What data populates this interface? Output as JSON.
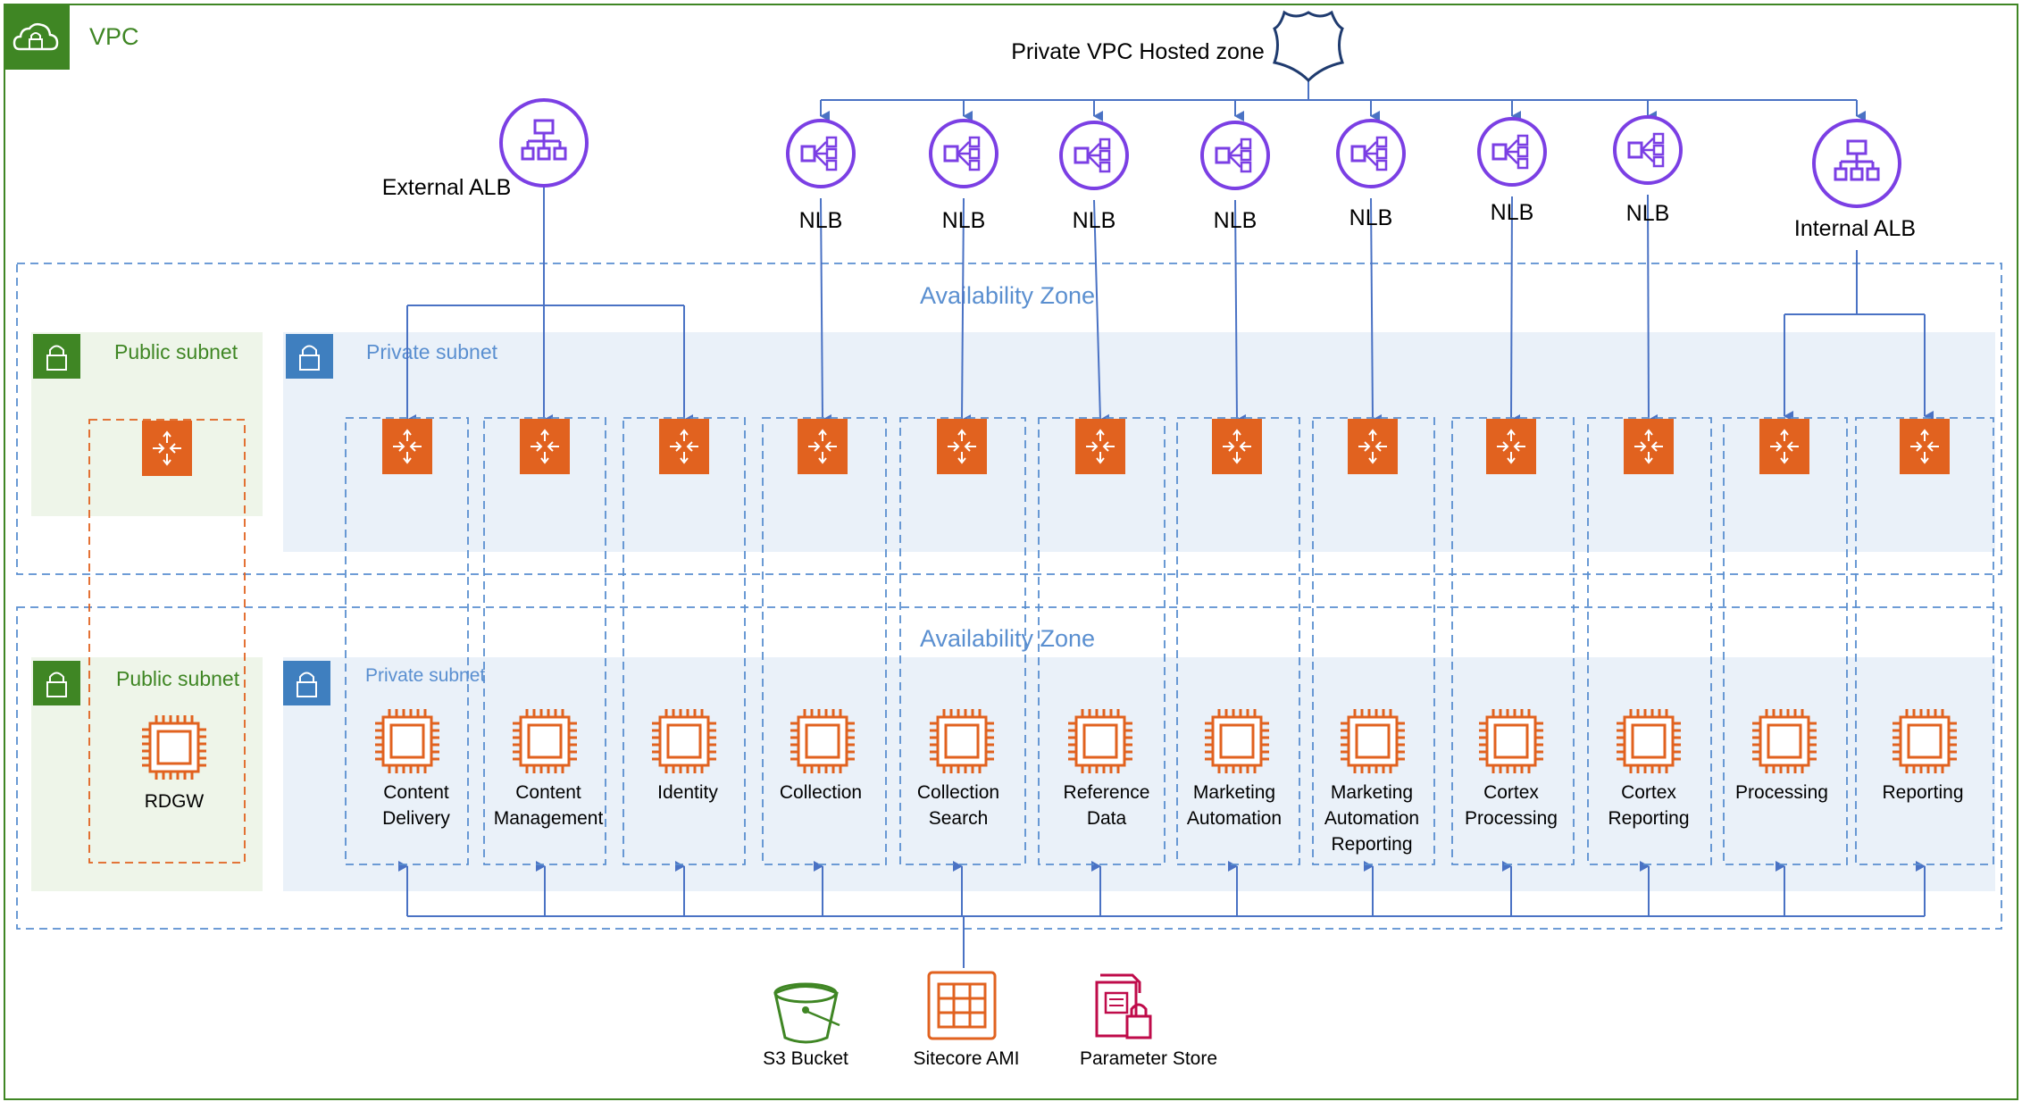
{
  "vpc": {
    "label": "VPC"
  },
  "hosted_zone": {
    "label": "Private VPC Hosted zone"
  },
  "external_alb": {
    "label": "External ALB"
  },
  "internal_alb": {
    "label": "Internal ALB"
  },
  "nlbs": [
    {
      "label": "NLB"
    },
    {
      "label": "NLB"
    },
    {
      "label": "NLB"
    },
    {
      "label": "NLB"
    },
    {
      "label": "NLB"
    },
    {
      "label": "NLB"
    },
    {
      "label": "NLB"
    }
  ],
  "availability_zones": [
    {
      "label": "Availability Zone"
    },
    {
      "label": "Availability Zone"
    }
  ],
  "public_subnets": [
    {
      "label": "Public subnet"
    },
    {
      "label": "Public subnet"
    }
  ],
  "private_subnets": [
    {
      "label": "Private subnet"
    },
    {
      "label": "Private subnet"
    }
  ],
  "rdgw": {
    "label": "RDGW"
  },
  "instances": [
    {
      "lines": [
        "Content",
        "Delivery"
      ]
    },
    {
      "lines": [
        "Content",
        "Management"
      ]
    },
    {
      "lines": [
        "Identity"
      ]
    },
    {
      "lines": [
        "Collection"
      ]
    },
    {
      "lines": [
        "Collection",
        "Search"
      ]
    },
    {
      "lines": [
        "Reference",
        "Data"
      ]
    },
    {
      "lines": [
        "Marketing",
        "Automation"
      ]
    },
    {
      "lines": [
        "Marketing",
        "Automation",
        "Reporting"
      ]
    },
    {
      "lines": [
        "Cortex",
        "Processing"
      ]
    },
    {
      "lines": [
        "Cortex",
        "Reporting"
      ]
    },
    {
      "lines": [
        "Processing"
      ]
    },
    {
      "lines": [
        "Reporting"
      ]
    }
  ],
  "shared_services": [
    {
      "label": "S3 Bucket",
      "icon": "s3-bucket-icon"
    },
    {
      "label": "Sitecore AMI",
      "icon": "ami-icon"
    },
    {
      "label": "Parameter Store",
      "icon": "parameter-store-icon"
    }
  ],
  "colors": {
    "vpc_green": "#3f8624",
    "subnet_blue": "#3f7fbf",
    "az_dashed": "#5a8fd0",
    "lb_purple": "#7b3fe4",
    "ec2_orange": "#e1621f",
    "s3_green": "#3f8624",
    "param_red": "#bf0b4a",
    "connector": "#4a72c4",
    "private_bg": "#eaf1f9",
    "public_bg": "#eef5e9"
  }
}
